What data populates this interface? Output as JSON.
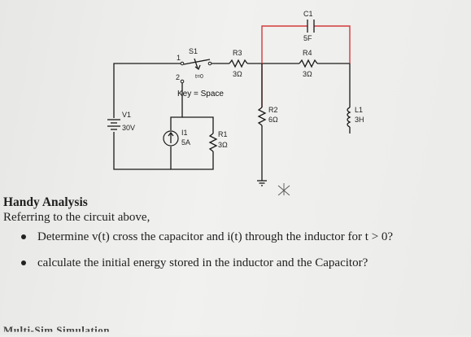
{
  "circuit": {
    "s1_label": "S1",
    "s1_pin1": "1",
    "s1_pin2": "2",
    "s1_time": "t=0",
    "key_hint": "Key = Space",
    "r3_label": "R3",
    "r3_value": "3Ω",
    "r4_label": "R4",
    "r4_value": "3Ω",
    "c1_label": "C1",
    "c1_value": "5F",
    "v1_label": "V1",
    "v1_value": "30V",
    "i1_label": "I1",
    "i1_value": "5A",
    "r1_label": "R1",
    "r1_value": "3Ω",
    "r2_label": "R2",
    "r2_value": "6Ω",
    "l1_label": "L1",
    "l1_value": "3H"
  },
  "text": {
    "heading": "Handy Analysis",
    "intro": "Referring to the circuit above,",
    "bullet1": "Determine v(t) cross the capacitor and i(t) through the inductor for t > 0?",
    "bullet2": "calculate the initial energy stored in the inductor and the Capacitor?"
  },
  "footer": "Multi-Sim Simulation",
  "colors": {
    "wire": "#1a1a1a",
    "highlight": "#d23a3a"
  }
}
